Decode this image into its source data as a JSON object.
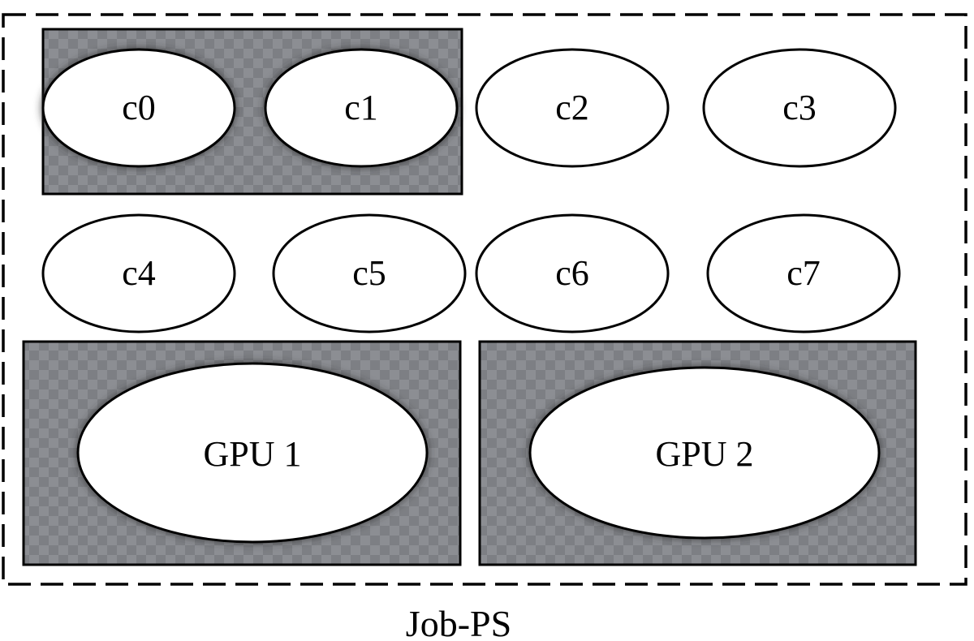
{
  "diagram": {
    "caption": "Job-PS",
    "cores": [
      {
        "label": "c0",
        "highlighted": true
      },
      {
        "label": "c1",
        "highlighted": true
      },
      {
        "label": "c2",
        "highlighted": false
      },
      {
        "label": "c3",
        "highlighted": false
      },
      {
        "label": "c4",
        "highlighted": false
      },
      {
        "label": "c5",
        "highlighted": false
      },
      {
        "label": "c6",
        "highlighted": false
      },
      {
        "label": "c7",
        "highlighted": false
      }
    ],
    "gpus": [
      {
        "label": "GPU 1",
        "highlighted": true
      },
      {
        "label": "GPU 2",
        "highlighted": true
      }
    ],
    "colors": {
      "highlight_fill": "#7d7f84",
      "highlight_checker": "#8c8e93",
      "node_fill": "#ffffff",
      "stroke": "#000000"
    }
  }
}
